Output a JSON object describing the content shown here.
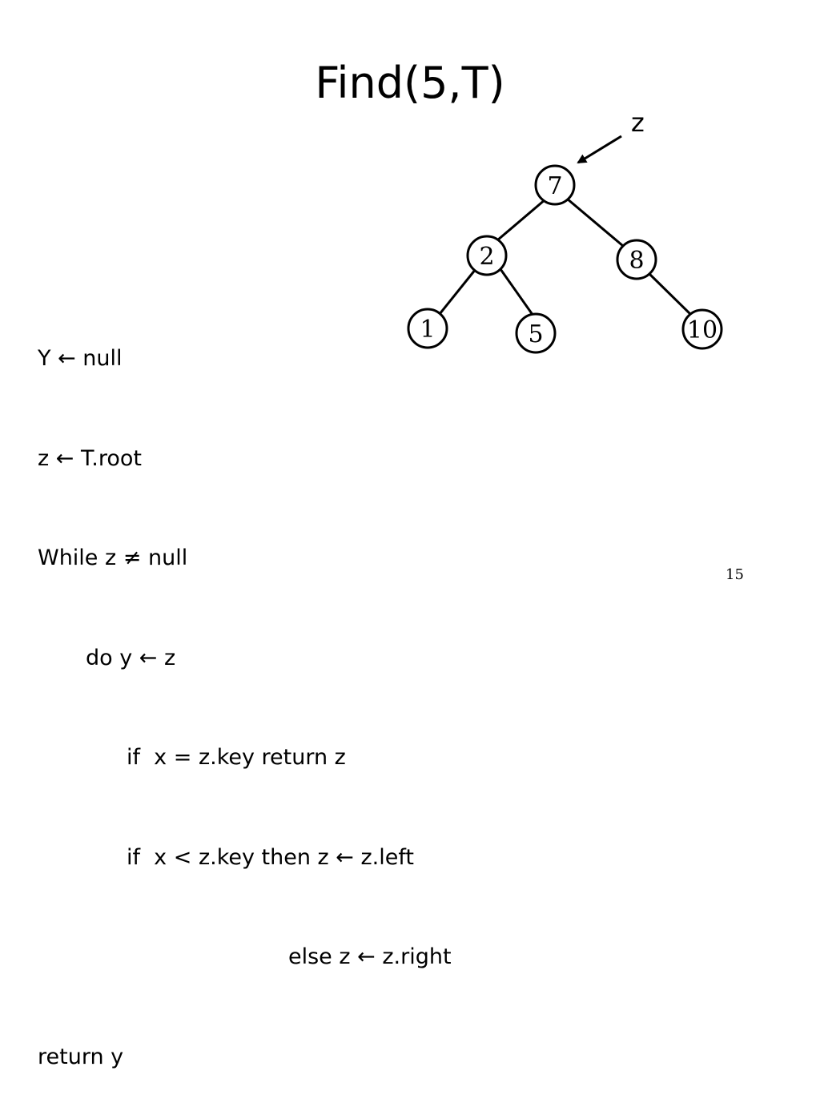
{
  "slide": {
    "title": "Find(5,T)",
    "page_number": "15"
  },
  "tree": {
    "pointer_label": "z",
    "pointer_target_key": "7",
    "nodes": {
      "root": "7",
      "left": "2",
      "right": "8",
      "left_left": "1",
      "left_right": "5",
      "right_right": "10"
    }
  },
  "code": {
    "line1": "Y ← null",
    "line2": "z ← T.root",
    "line3": "While z ≠ null",
    "line4": "do y ← z",
    "line5": "if  x = z.key return z",
    "line6": "if  x < z.key then z ← z.left",
    "line7": "else z ← z.right",
    "line8": "return y"
  }
}
